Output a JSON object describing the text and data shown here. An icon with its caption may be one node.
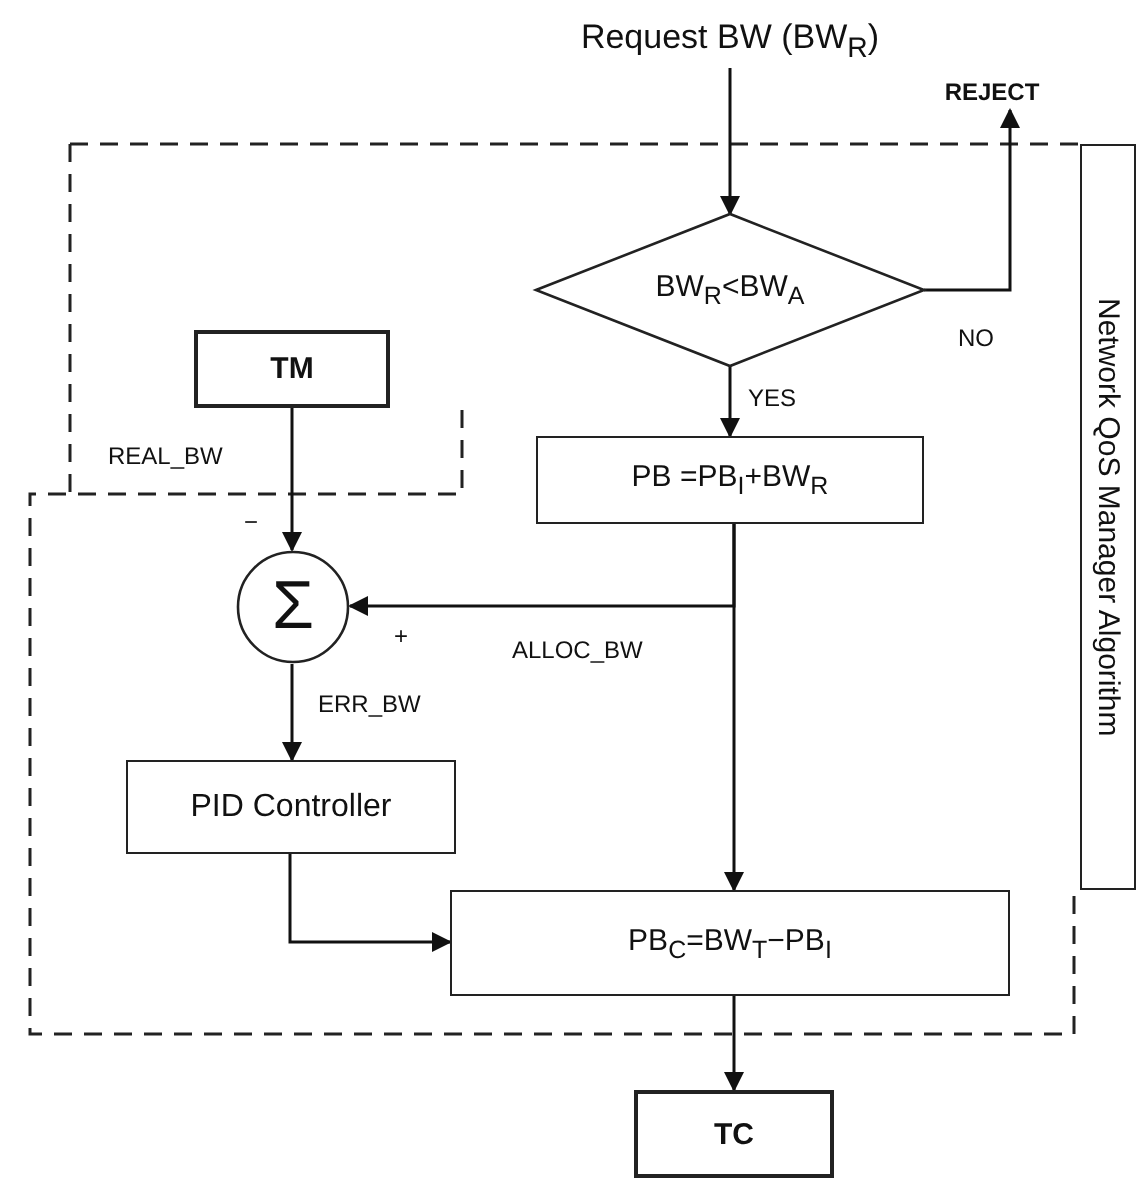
{
  "diagram": {
    "nodes": [
      {
        "text": [
          "Request BW (BW$_{R}$)"
        ]
      },
      {
        "text": [
          "REJECT"
        ]
      },
      {
        "text": [
          "Network QoS Manager Algorithm"
        ]
      },
      {
        "text": [
          "BW$_{R}$<BW$_{A}$"
        ]
      },
      {
        "text": [
          "TM"
        ]
      },
      {
        "text": [
          "PB =PB$_{I}$+BW$_{R}$"
        ]
      },
      {
        "text": [
          "Σ"
        ]
      },
      {
        "text": [
          "PID Controller"
        ]
      },
      {
        "text": [
          "PB$_{C}$=BW$_{T}$−PB$_{I}$"
        ]
      },
      {
        "text": [
          "TC"
        ]
      }
    ],
    "edges": [
      {
        "from": 0,
        "to": 3,
        "arrow": "to"
      },
      {
        "from": 3,
        "to": 1,
        "arrow": "to",
        "label": "NO"
      },
      {
        "from": 3,
        "to": 5,
        "arrow": "to",
        "label": "YES"
      },
      {
        "from": 4,
        "to": 6,
        "arrow": "to",
        "label": "REAL_BW"
      },
      {
        "from": 5,
        "to": 6,
        "arrow": "to",
        "label": "ALLOC_BW"
      },
      {
        "from": 5,
        "to": 8,
        "arrow": "to"
      },
      {
        "from": 6,
        "to": 7,
        "arrow": "to",
        "label": "ERR_BW"
      },
      {
        "from": 7,
        "to": 8,
        "arrow": "to"
      },
      {
        "from": 8,
        "to": 9,
        "arrow": "to"
      }
    ],
    "labels": [
      "−",
      "+"
    ]
  }
}
